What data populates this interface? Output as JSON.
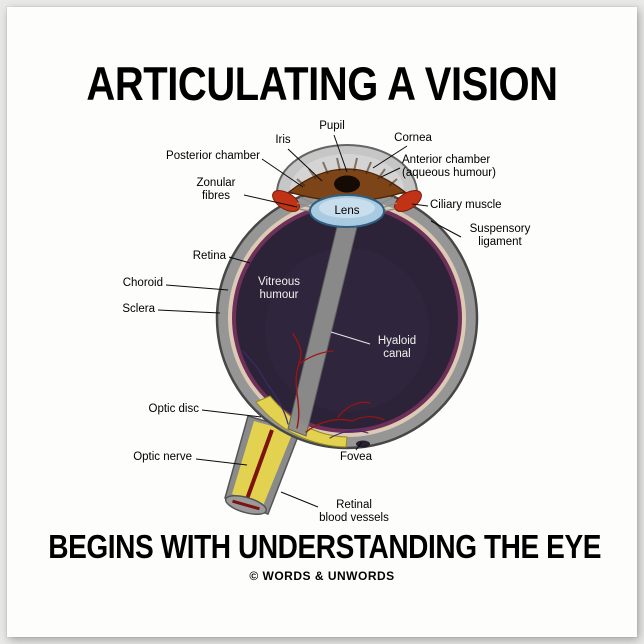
{
  "poster": {
    "title_top": "ARTICULATING A VISION",
    "title_bottom": "BEGINS WITH UNDERSTANDING THE EYE",
    "copyright": "© WORDS & UNWORDS"
  },
  "labels": {
    "pupil": "Pupil",
    "iris": "Iris",
    "cornea": "Cornea",
    "posterior_chamber": "Posterior chamber",
    "anterior_chamber": "Anterior chamber\n(aqueous humour)",
    "zonular_fibres": "Zonular\nfibres",
    "ciliary_muscle": "Ciliary muscle",
    "suspensory_ligament": "Suspensory\nligament",
    "retina": "Retina",
    "choroid": "Choroid",
    "sclera": "Sclera",
    "vitreous_humour": "Vitreous\nhumour",
    "lens": "Lens",
    "hyaloid_canal": "Hyaloid\ncanal",
    "optic_disc": "Optic disc",
    "optic_nerve": "Optic nerve",
    "fovea": "Fovea",
    "retinal_blood_vessels": "Retinal\nblood vessels"
  },
  "colors": {
    "sclera": "#969696",
    "retina_ring": "#dccab4",
    "choroid_ring": "#6e3058",
    "vitreous": "#2c2339",
    "lens": "#a9cbe2",
    "iris": "#7d4418",
    "ciliary": "#c13317",
    "optic_nerve": "#e3d24f",
    "vessel_red": "#9e1412",
    "vessel_blue": "#3c2a6e"
  }
}
